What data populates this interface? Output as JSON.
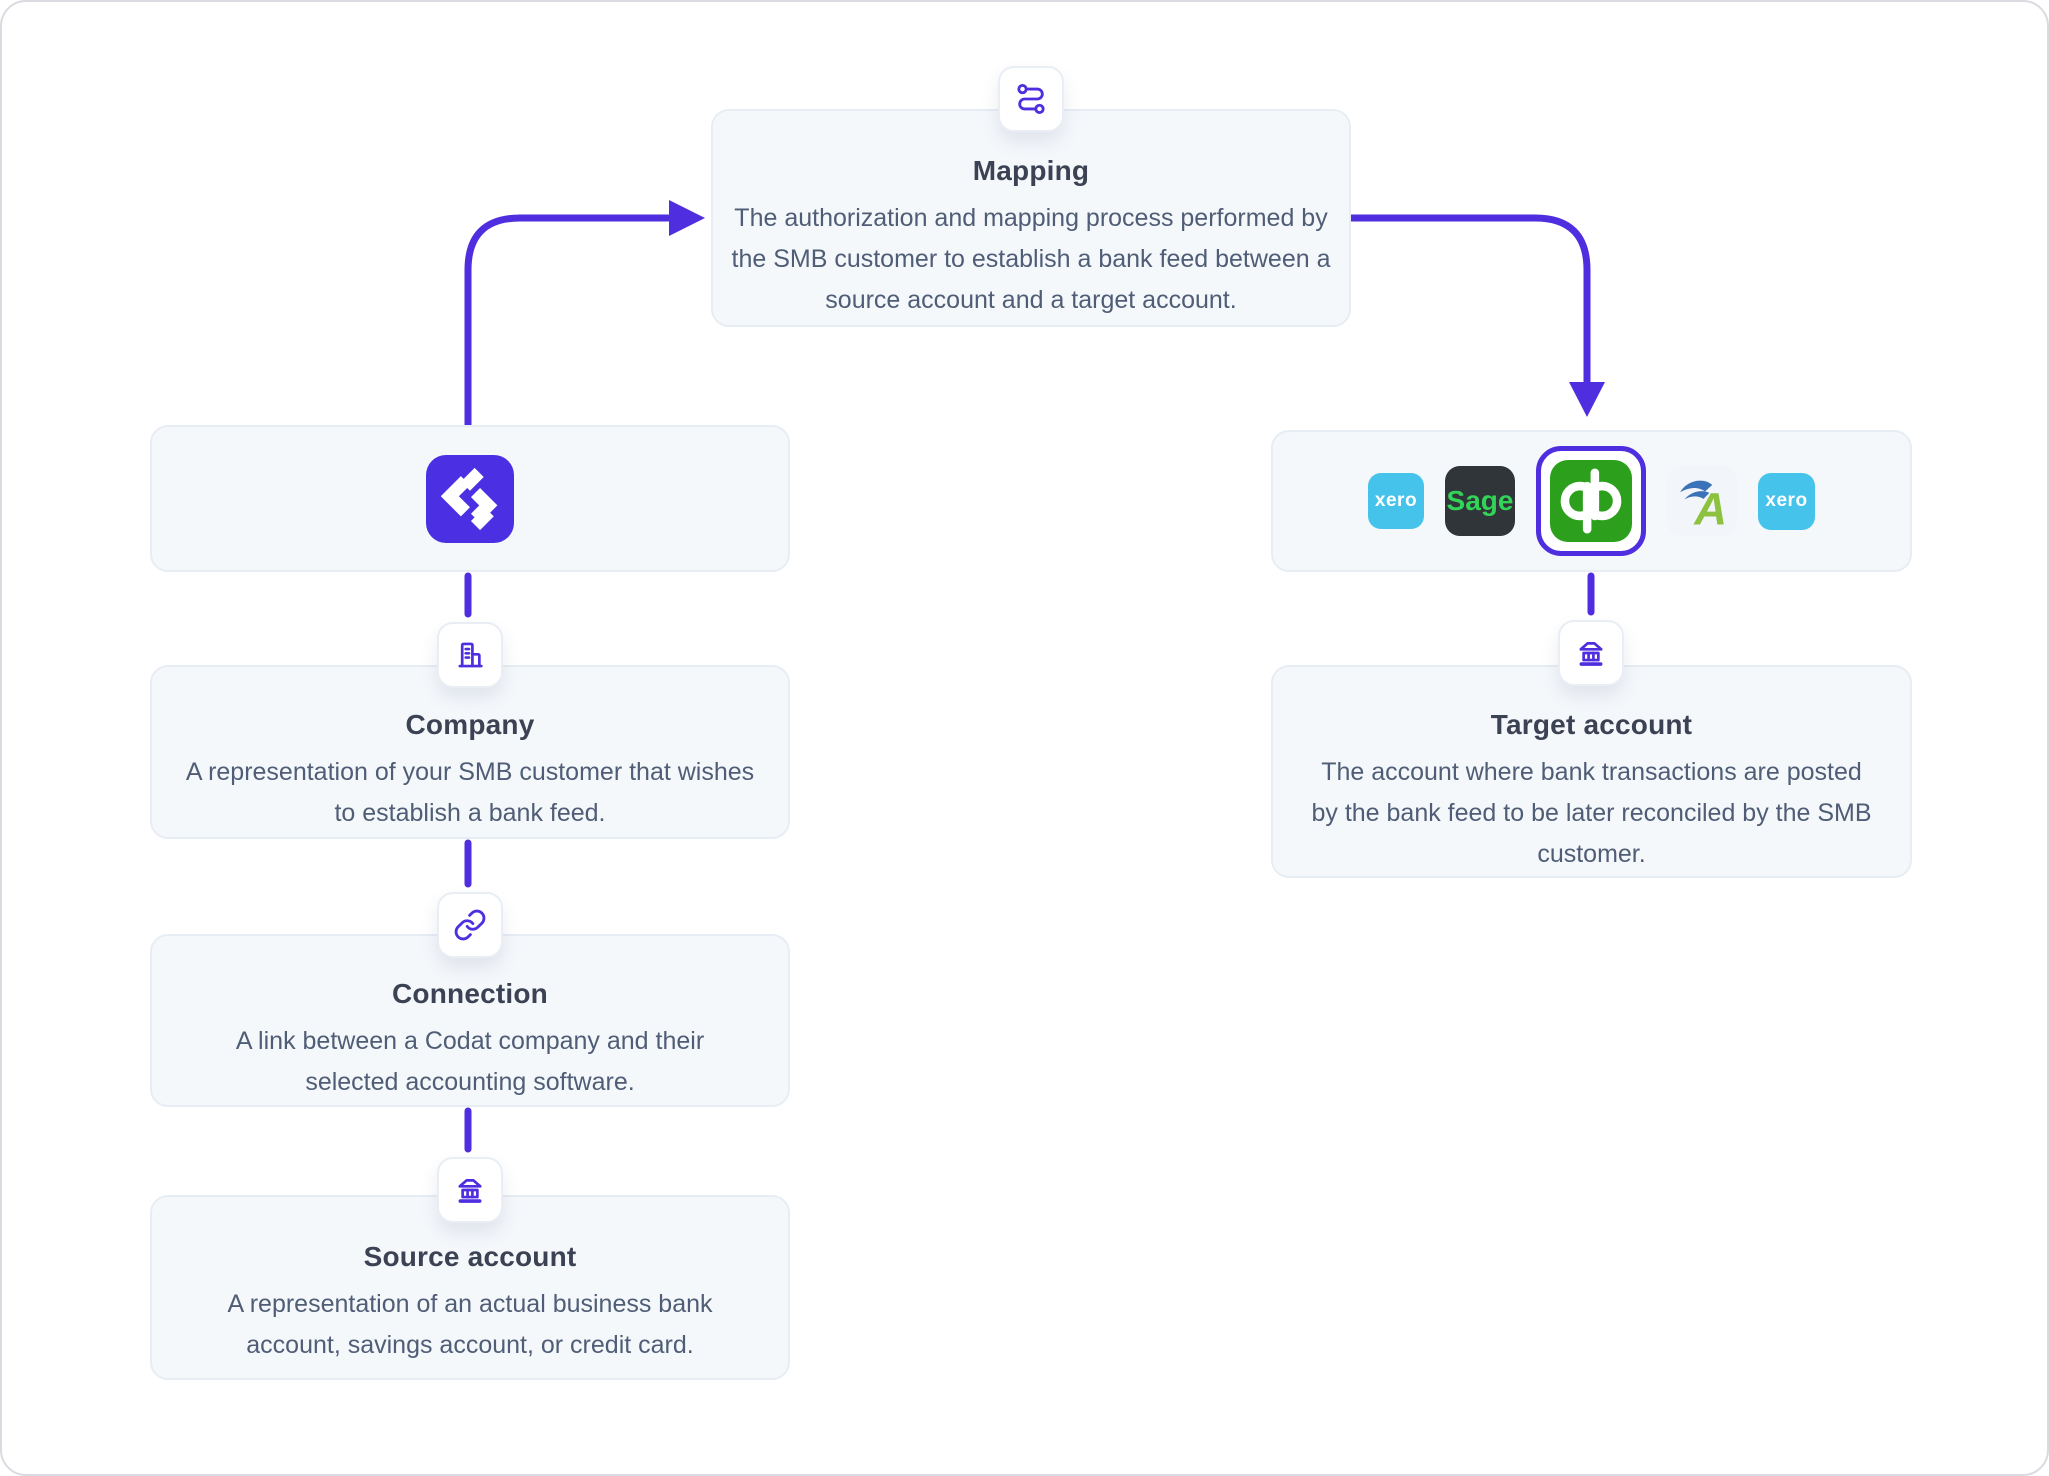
{
  "accent_color": "#4f2ee0",
  "node_background": "#f5f8fb",
  "mapping": {
    "title": "Mapping",
    "description": "The authorization and mapping process performed by the SMB customer to establish a bank feed between a source account and a target account.",
    "icon": "route-icon"
  },
  "company": {
    "title": "Company",
    "description": "A representation of your SMB customer that wishes to establish a bank feed.",
    "icon": "building-icon"
  },
  "connection": {
    "title": "Connection",
    "description": "A link between a Codat company and their selected accounting software.",
    "icon": "link-icon"
  },
  "source_account": {
    "title": "Source account",
    "description": "A representation of an actual business bank account, savings account, or credit card.",
    "icon": "bank-icon"
  },
  "target_account": {
    "title": "Target account",
    "description": "The account where bank transactions are posted by the bank feed to be later reconciled by the SMB customer.",
    "icon": "bank-icon"
  },
  "codat_node": {
    "icon": "codat-logo",
    "color": "#4b2fe3"
  },
  "platforms": {
    "selected": "quickbooks",
    "items": [
      {
        "name": "xero",
        "label": "xero",
        "bg": "#45c3ea",
        "fg": "#ffffff",
        "selected": false
      },
      {
        "name": "sage",
        "label": "Sage",
        "bg": "#30353a",
        "fg": "#31d457",
        "selected": false
      },
      {
        "name": "quickbooks",
        "label": "qb",
        "bg": "#2ca01c",
        "fg": "#ffffff",
        "selected": true
      },
      {
        "name": "freeagent",
        "label": "A",
        "bg": "#f2f5f9",
        "fg": "#8cc23f",
        "selected": false
      },
      {
        "name": "xero",
        "label": "xero",
        "bg": "#45c3ea",
        "fg": "#ffffff",
        "selected": false
      }
    ]
  }
}
